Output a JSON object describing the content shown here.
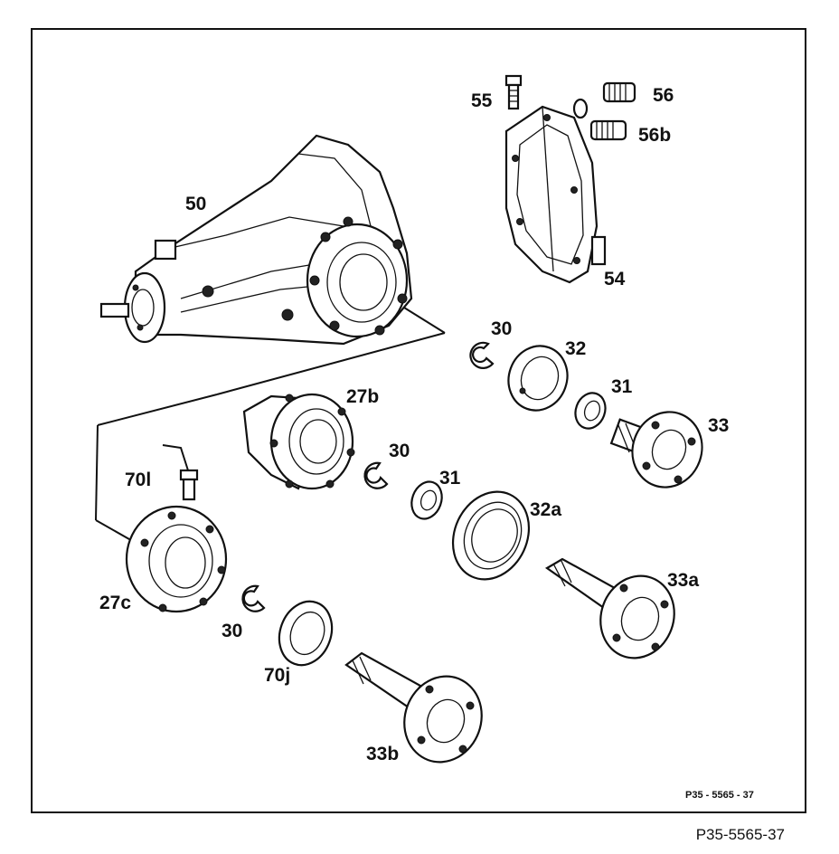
{
  "figure": {
    "inner_code": "P35 - 5565 - 37",
    "outer_code": "P35-5565-37"
  },
  "labels": {
    "l50": "50",
    "l55": "55",
    "l56": "56",
    "l56b": "56b",
    "l54": "54",
    "l30a": "30",
    "l32": "32",
    "l31a": "31",
    "l33": "33",
    "l27b": "27b",
    "l30b": "30",
    "l31b": "31",
    "l32a": "32a",
    "l70l": "70l",
    "l33a": "33a",
    "l27c": "27c",
    "l30c": "30",
    "l70j": "70j",
    "l33b": "33b"
  }
}
